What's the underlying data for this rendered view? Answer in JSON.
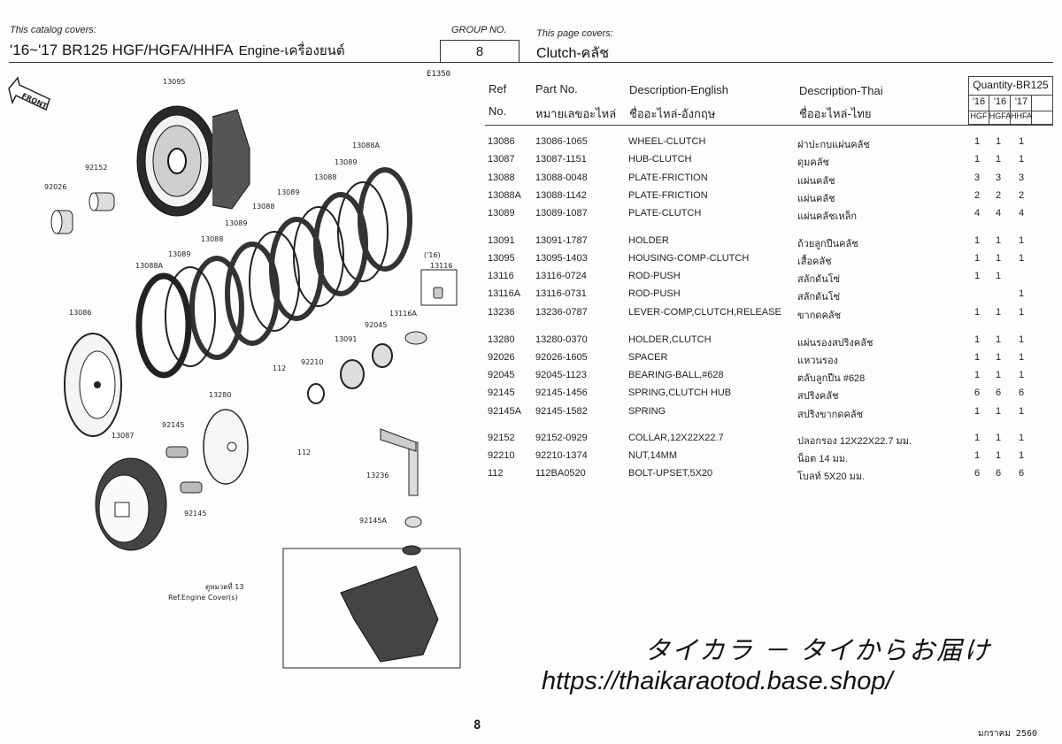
{
  "header": {
    "catalog_label": "This catalog covers:",
    "catalog_title": "'16~'17 BR125 HGF/HGFA/HHFA",
    "catalog_section": "Engine-เครื่องยนต์",
    "group_label": "GROUP NO.",
    "group_number": "8",
    "page_covers_label": "This page covers:",
    "page_covers_title": "Clutch-คลัช"
  },
  "diagram": {
    "code": "E1350",
    "front_marker": "FRONT",
    "callouts": {
      "c13095": "13095",
      "c92152": "92152",
      "c92026": "92026",
      "c13088A_top": "13088A",
      "c13089_a": "13089",
      "c13088_a": "13088",
      "c13089_b": "13089",
      "c13088_b": "13088",
      "c13089_c": "13089",
      "c13088_c": "13088",
      "c13089_d": "13089",
      "c13088A_left": "13088A",
      "c16": "('16)",
      "c13116": "13116",
      "c13116A": "13116A",
      "c13086": "13086",
      "c92045": "92045",
      "c13091": "13091",
      "c92210": "92210",
      "c112_a": "112",
      "c13280": "13280",
      "c13087": "13087",
      "c92145_a": "92145",
      "c112_b": "112",
      "c92145_b": "92145",
      "c13236": "13236",
      "c92145A": "92145A",
      "ref_note_th": "ดูหมวดที่ 13",
      "ref_note_en": "Ref.Engine Cover(s)"
    }
  },
  "table": {
    "headers": {
      "ref_1": "Ref",
      "ref_2": "No.",
      "part_1": "Part No.",
      "part_2": "หมายเลขอะไหล่",
      "en_1": "Description-English",
      "en_2": "ชื่ออะไหล่-อังกฤษ",
      "th_1": "Description-Thai",
      "th_2": "ชื่ออะไหล่-ไทย",
      "qty_title": "Quantity-BR125",
      "years": [
        "'16",
        "'16",
        "'17"
      ],
      "models": [
        "HGF",
        "HGFA",
        "HHFA"
      ]
    },
    "rows": [
      {
        "ref": "13086",
        "part": "13086-1065",
        "en": "WHEEL-CLUTCH",
        "th": "ฝาปะกบแผ่นคลัช",
        "q1": "1",
        "q2": "1",
        "q3": "1"
      },
      {
        "ref": "13087",
        "part": "13087-1151",
        "en": "HUB-CLUTCH",
        "th": "ดุมคลัช",
        "q1": "1",
        "q2": "1",
        "q3": "1"
      },
      {
        "ref": "13088",
        "part": "13088-0048",
        "en": "PLATE-FRICTION",
        "th": "แผ่นคลัช",
        "q1": "3",
        "q2": "3",
        "q3": "3"
      },
      {
        "ref": "13088A",
        "part": "13088-1142",
        "en": "PLATE-FRICTION",
        "th": "แผ่นคลัช",
        "q1": "2",
        "q2": "2",
        "q3": "2"
      },
      {
        "ref": "13089",
        "part": "13089-1087",
        "en": "PLATE-CLUTCH",
        "th": "แผ่นคลัชเหล็ก",
        "q1": "4",
        "q2": "4",
        "q3": "4"
      },
      {
        "ref": "13091",
        "part": "13091-1787",
        "en": "HOLDER",
        "th": "ถ้วยลูกปืนคลัช",
        "q1": "1",
        "q2": "1",
        "q3": "1"
      },
      {
        "ref": "13095",
        "part": "13095-1403",
        "en": "HOUSING-COMP-CLUTCH",
        "th": "เสื้อคลัช",
        "q1": "1",
        "q2": "1",
        "q3": "1"
      },
      {
        "ref": "13116",
        "part": "13116-0724",
        "en": "ROD-PUSH",
        "th": "สลักดันโซ่",
        "q1": "1",
        "q2": "1",
        "q3": ""
      },
      {
        "ref": "13116A",
        "part": "13116-0731",
        "en": "ROD-PUSH",
        "th": "สลักดันโซ่",
        "q1": "",
        "q2": "",
        "q3": "1"
      },
      {
        "ref": "13236",
        "part": "13236-0787",
        "en": "LEVER-COMP,CLUTCH,RELEASE",
        "th": "ขากดคลัช",
        "q1": "1",
        "q2": "1",
        "q3": "1"
      },
      {
        "ref": "13280",
        "part": "13280-0370",
        "en": "HOLDER,CLUTCH",
        "th": "แผ่นรองสปริงคลัช",
        "q1": "1",
        "q2": "1",
        "q3": "1"
      },
      {
        "ref": "92026",
        "part": "92026-1605",
        "en": "SPACER",
        "th": "แหวนรอง",
        "q1": "1",
        "q2": "1",
        "q3": "1"
      },
      {
        "ref": "92045",
        "part": "92045-1123",
        "en": "BEARING-BALL,#628",
        "th": "ตลับลูกปืน #628",
        "q1": "1",
        "q2": "1",
        "q3": "1"
      },
      {
        "ref": "92145",
        "part": "92145-1456",
        "en": "SPRING,CLUTCH HUB",
        "th": "สปริงคลัช",
        "q1": "6",
        "q2": "6",
        "q3": "6"
      },
      {
        "ref": "92145A",
        "part": "92145-1582",
        "en": "SPRING",
        "th": "สปริงขากดคลัช",
        "q1": "1",
        "q2": "1",
        "q3": "1"
      },
      {
        "ref": "92152",
        "part": "92152-0929",
        "en": "COLLAR,12X22X22.7",
        "th": "ปลอกรอง 12X22X22.7 มม.",
        "q1": "1",
        "q2": "1",
        "q3": "1"
      },
      {
        "ref": "92210",
        "part": "92210-1374",
        "en": "NUT,14MM",
        "th": "น็อต 14 มม.",
        "q1": "1",
        "q2": "1",
        "q3": "1"
      },
      {
        "ref": "112",
        "part": "112BA0520",
        "en": "BOLT-UPSET,5X20",
        "th": "โบลท์ 5X20 มม.",
        "q1": "6",
        "q2": "6",
        "q3": "6"
      }
    ]
  },
  "watermark": {
    "jp": "タイカラ － タイからお届け",
    "url": "https://thaikaraotod.base.shop/"
  },
  "footer": {
    "page_number": "8",
    "print_date": "มกราคม 2560"
  }
}
